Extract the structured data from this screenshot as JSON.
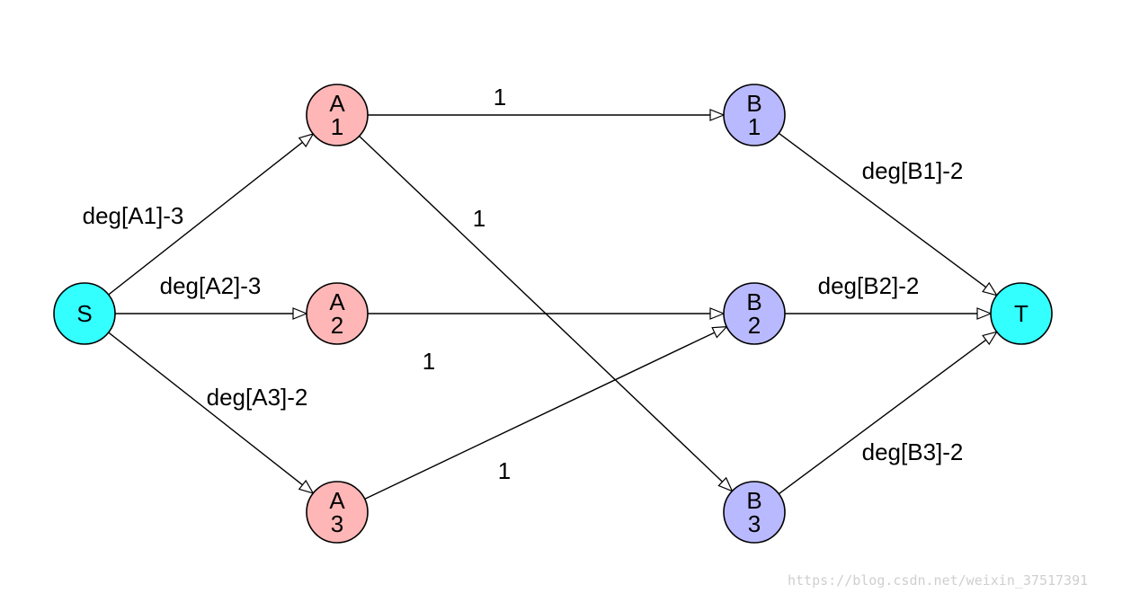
{
  "colors": {
    "terminal": "#33ffff",
    "group_a": "#ffb6b6",
    "group_b": "#b9b9ff"
  },
  "nodes": [
    {
      "id": "S",
      "lines": [
        "S"
      ],
      "group": "terminal"
    },
    {
      "id": "A1",
      "lines": [
        "A",
        "1"
      ],
      "group": "group_a"
    },
    {
      "id": "A2",
      "lines": [
        "A",
        "2"
      ],
      "group": "group_a"
    },
    {
      "id": "A3",
      "lines": [
        "A",
        "3"
      ],
      "group": "group_a"
    },
    {
      "id": "B1",
      "lines": [
        "B",
        "1"
      ],
      "group": "group_b"
    },
    {
      "id": "B2",
      "lines": [
        "B",
        "2"
      ],
      "group": "group_b"
    },
    {
      "id": "B3",
      "lines": [
        "B",
        "3"
      ],
      "group": "group_b"
    },
    {
      "id": "T",
      "lines": [
        "T"
      ],
      "group": "terminal"
    }
  ],
  "edges": [
    {
      "from": "S",
      "to": "A1",
      "label": "deg[A1]-3"
    },
    {
      "from": "S",
      "to": "A2",
      "label": "deg[A2]-3"
    },
    {
      "from": "S",
      "to": "A3",
      "label": "deg[A3]-2"
    },
    {
      "from": "A1",
      "to": "B1",
      "label": "1"
    },
    {
      "from": "A1",
      "to": "B3",
      "label": "1"
    },
    {
      "from": "A2",
      "to": "B2",
      "label": "1"
    },
    {
      "from": "A3",
      "to": "B2",
      "label": "1"
    },
    {
      "from": "B1",
      "to": "T",
      "label": "deg[B1]-2"
    },
    {
      "from": "B2",
      "to": "T",
      "label": "deg[B2]-2"
    },
    {
      "from": "B3",
      "to": "T",
      "label": "deg[B3]-2"
    }
  ],
  "watermark": "https://blog.csdn.net/weixin_37517391"
}
